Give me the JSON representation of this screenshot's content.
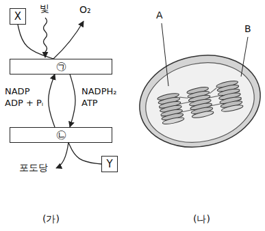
{
  "diagram": {
    "nodes": [
      {
        "text": [
          "X"
        ]
      },
      {
        "text": [
          "㉠"
        ]
      },
      {
        "text": [
          "㉡"
        ]
      },
      {
        "text": [
          "Y"
        ]
      }
    ],
    "edges": [
      {
        "from": 0,
        "to": 1,
        "arrow": "none"
      },
      {
        "from": 2,
        "to": 1,
        "label": "NADP ADP + Pᵢ",
        "arrow": "to"
      },
      {
        "from": 1,
        "to": 2,
        "label": "NADPH₂ ATP",
        "arrow": "to"
      },
      {
        "from": 3,
        "to": 2,
        "arrow": "none"
      }
    ],
    "labels": [
      "빛",
      "O₂",
      "포도당",
      "(가)",
      "A",
      "B",
      "(나)"
    ]
  }
}
